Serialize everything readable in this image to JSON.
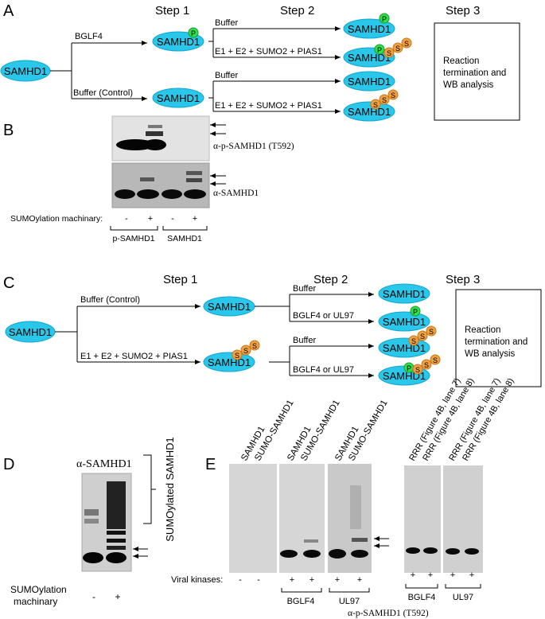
{
  "panels": {
    "a": "A",
    "b": "B",
    "c": "C",
    "d": "D",
    "e": "E"
  },
  "colors": {
    "ellipse": "#29c7ea",
    "ellipse_edge": "#12a6cf",
    "phospho": "#2ee04a",
    "sumo": "#f0a040",
    "sumo_edge": "#c57a18"
  },
  "A": {
    "step1": "Step 1",
    "step2": "Step 2",
    "step3": "Step 3",
    "start": "SAMHD1",
    "branch_top": "BGLF4",
    "branch_bottom": "Buffer (Control)",
    "mid_top": "SAMHD1",
    "mid_bottom": "SAMHD1",
    "buffer": "Buffer",
    "sumo_mix": "E1 + E2 + SUMO2 + PIAS1",
    "products": [
      "SAMHD1",
      "SAMHD1",
      "SAMHD1",
      "SAMHD1"
    ],
    "box": [
      "Reaction",
      "termination and",
      "WB analysis"
    ]
  },
  "B": {
    "blot_top_label": "α-p-SAMHD1 (T592)",
    "blot_bottom_label": "α-SAMHD1",
    "machinery_label": "SUMOylation machinary:",
    "signs": [
      "-",
      "+",
      "-",
      "+"
    ],
    "group1": "p-SAMHD1",
    "group2": "SAMHD1"
  },
  "C": {
    "step1": "Step 1",
    "step2": "Step 2",
    "step3": "Step 3",
    "start": "SAMHD1",
    "branch_top": "Buffer (Control)",
    "branch_bottom": "E1 + E2 + SUMO2 + PIAS1",
    "mid_top": "SAMHD1",
    "mid_bottom": "SAMHD1",
    "buffer": "Buffer",
    "kinase": "BGLF4 or UL97",
    "products": [
      "SAMHD1",
      "SAMHD1",
      "SAMHD1",
      "SAMHD1"
    ],
    "box": [
      "Reaction",
      "termination and",
      "WB analysis"
    ]
  },
  "D": {
    "antibody": "α-SAMHD1",
    "bracket_label": "SUMOylated SAMHD1",
    "machinery_line1": "SUMOylation",
    "machinery_line2": "machinary",
    "signs": [
      "-",
      "+"
    ]
  },
  "E": {
    "lane_labels": [
      "SAMHD1",
      "SUMO-SAMHD1",
      "SAMHD1",
      "SUMO-SAMHD1",
      "SAMHD1",
      "SUMO-SAMHD1",
      "RRR (Figure 4B, lane 7)",
      "RRR (Figure 4B, lane 8)",
      "RRR (Figure 4B, lane 7)",
      "RRR (Figure 4B, lane 8)"
    ],
    "viral_kinases": "Viral kinases:",
    "signs": [
      "-",
      "-",
      "+",
      "+",
      "+",
      "+",
      "+",
      "+",
      "+",
      "+"
    ],
    "groups": [
      "BGLF4",
      "UL97",
      "BGLF4",
      "UL97"
    ],
    "antibody": "α-p-SAMHD1 (T592)"
  },
  "symbols": {
    "p": "P",
    "s": "S"
  }
}
